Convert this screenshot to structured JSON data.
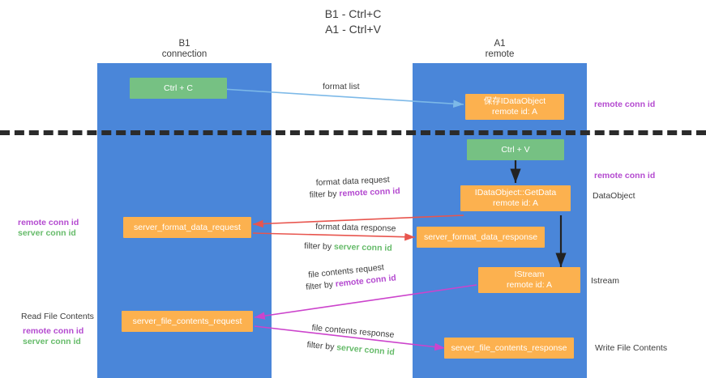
{
  "title": {
    "line1": "B1 - Ctrl+C",
    "line2": "A1 - Ctrl+V"
  },
  "columns": [
    {
      "name": "B1",
      "sub": "connection"
    },
    {
      "name": "A1",
      "sub": "remote"
    }
  ],
  "nodes": {
    "ctrl_c": "Ctrl + C",
    "idataobject_title": "保存IDataObject",
    "idataobject_sub": "remote id: A",
    "ctrl_v": "Ctrl + V",
    "getdata_title": "IDataObject::GetData",
    "getdata_sub": "remote id: A",
    "server_format_data_request": "server_format_data_request",
    "server_format_data_response": "server_format_data_response",
    "istream_title": "IStream",
    "istream_sub": "remote id: A",
    "server_file_contents_request": "server_file_contents_request",
    "server_file_contents_response": "server_file_contents_response"
  },
  "edge_labels": {
    "format_list": "format list",
    "format_data_request": "format data request",
    "format_data_response": "format data response",
    "file_contents_request": "file contents request",
    "file_contents_response": "file contents response",
    "filter_by": "filter by ",
    "remote_conn_id": "remote conn id",
    "server_conn_id": "server conn id"
  },
  "right_labels": {
    "remote_conn_id_top": "remote conn id",
    "remote_conn_id_mid": "remote conn id",
    "dataobject": "DataObject",
    "istream": "Istream",
    "write_file_contents": "Write File Contents"
  },
  "left_labels": {
    "remote_conn_id_1": "remote conn id",
    "server_conn_id_1": "server conn id",
    "read_file_contents": "Read File Contents",
    "remote_conn_id_2": "remote conn id",
    "server_conn_id_2": "server conn id"
  },
  "colors": {
    "lane": "#4a86d9",
    "green_node": "#76c183",
    "orange_node": "#fcb14f",
    "purple": "#b44ad0",
    "green_text": "#66bb6a",
    "arrow_blue": "#7db9e8",
    "arrow_red": "#e8554e",
    "arrow_magenta": "#cc44cc",
    "arrow_dark": "#222222"
  }
}
